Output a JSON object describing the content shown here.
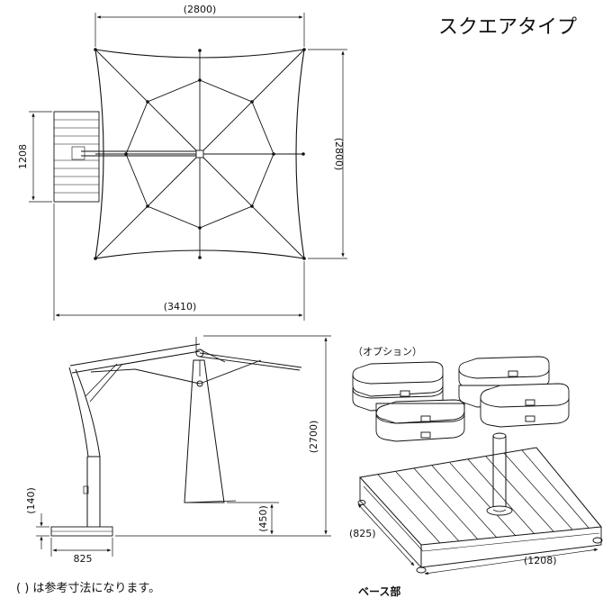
{
  "title": "スクエアタイプ",
  "plan_view": {
    "dim_top_width": "(2800)",
    "dim_right_depth": "(2800)",
    "dim_left_base": "1208",
    "dim_bottom_total": "(3410)"
  },
  "side_view": {
    "dim_height": "(2700)",
    "dim_base_height": "(140)",
    "dim_clearance": "(450)",
    "dim_base_width": "825"
  },
  "options": {
    "label": "（オプション）"
  },
  "base_view": {
    "dim_depth": "(825)",
    "dim_width": "(1208)",
    "label": "ベース部"
  },
  "footnote": "( ) は参考寸法になります。"
}
